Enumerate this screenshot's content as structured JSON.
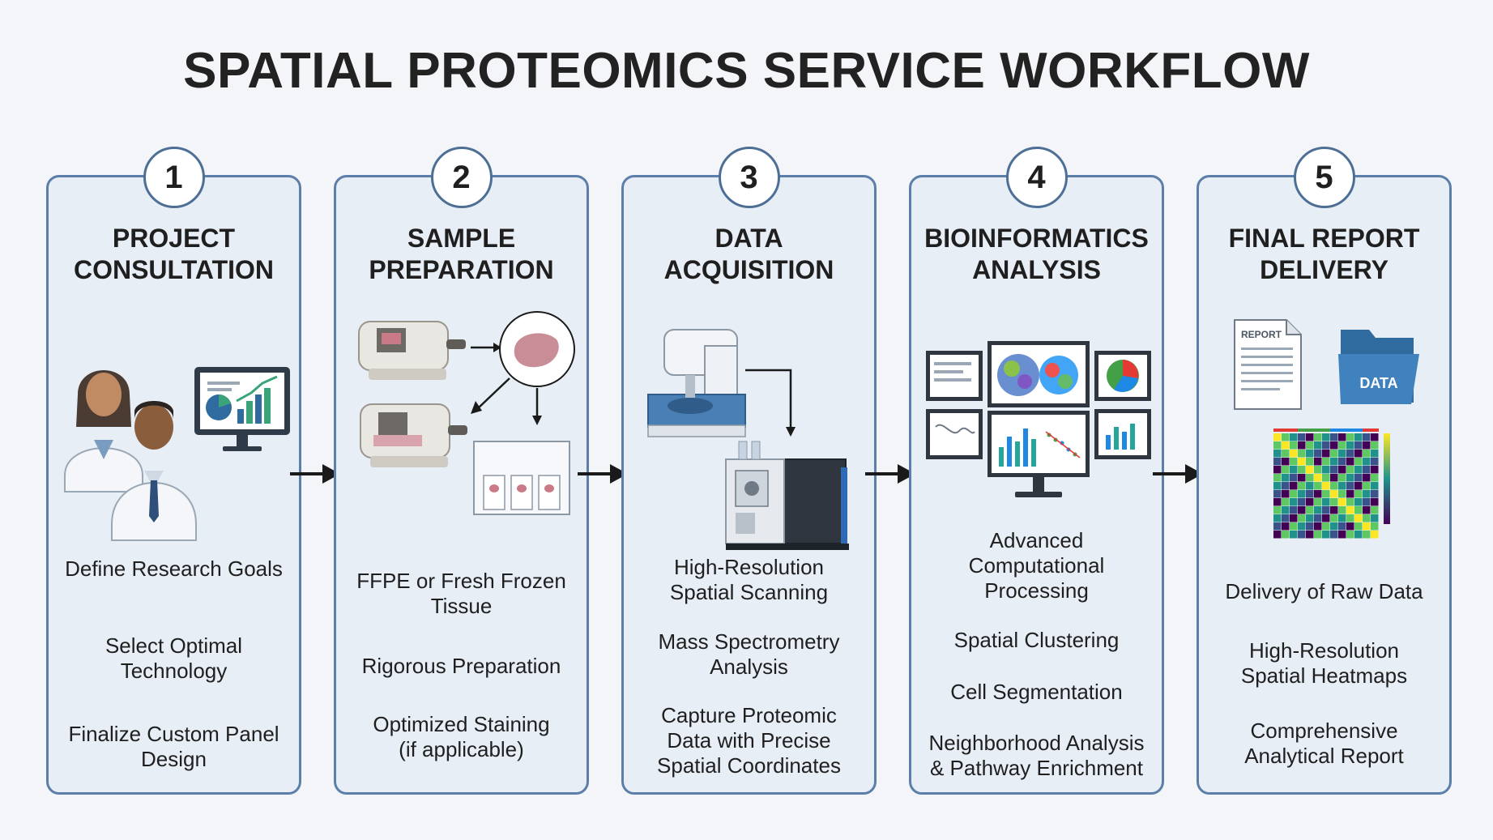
{
  "title": "SPATIAL PROTEOMICS SERVICE WORKFLOW",
  "steps": [
    {
      "number": "1",
      "title_line1": "PROJECT",
      "title_line2": "CONSULTATION",
      "items": [
        [
          "Define Research Goals"
        ],
        [
          "Select Optimal",
          "Technology"
        ],
        [
          "Finalize Custom Panel",
          "Design"
        ]
      ]
    },
    {
      "number": "2",
      "title_line1": "SAMPLE",
      "title_line2": "PREPARATION",
      "items": [
        [
          "FFPE or Fresh Frozen",
          "Tissue"
        ],
        [
          "Rigorous Preparation"
        ],
        [
          "Optimized Staining",
          "(if applicable)"
        ]
      ]
    },
    {
      "number": "3",
      "title_line1": "DATA",
      "title_line2": "ACQUISITION",
      "items": [
        [
          "High-Resolution",
          "Spatial Scanning"
        ],
        [
          "Mass Spectrometry",
          "Analysis"
        ],
        [
          "Capture Proteomic",
          "Data with Precise",
          "Spatial Coordinates"
        ]
      ]
    },
    {
      "number": "4",
      "title_line1": "BIOINFORMATICS",
      "title_line2": "ANALYSIS",
      "items": [
        [
          "Advanced",
          "Computational",
          "Processing"
        ],
        [
          "Spatial Clustering"
        ],
        [
          "Cell Segmentation"
        ],
        [
          "Neighborhood Analysis",
          "& Pathway Enrichment"
        ]
      ]
    },
    {
      "number": "5",
      "title_line1": "FINAL REPORT",
      "title_line2": "DELIVERY",
      "items": [
        [
          "Delivery of Raw Data"
        ],
        [
          "High-Resolution",
          "Spatial Heatmaps"
        ],
        [
          "Comprehensive",
          "Analytical Report"
        ]
      ]
    }
  ],
  "icons": {
    "step1": "consultation-people-dashboard-icon",
    "step2": "microtome-tissue-slide-icon",
    "step3": "scanner-mass-spectrometer-icon",
    "step4": "analysis-monitors-icon",
    "step5": "report-data-heatmap-icon"
  },
  "labels": {
    "report_doc": "REPORT",
    "data_folder": "DATA"
  },
  "colors": {
    "panel_fill": "#e8eef6",
    "panel_border": "#5b7fa8",
    "badge_border": "#4d6f96",
    "arrow": "#1a1a1a"
  }
}
